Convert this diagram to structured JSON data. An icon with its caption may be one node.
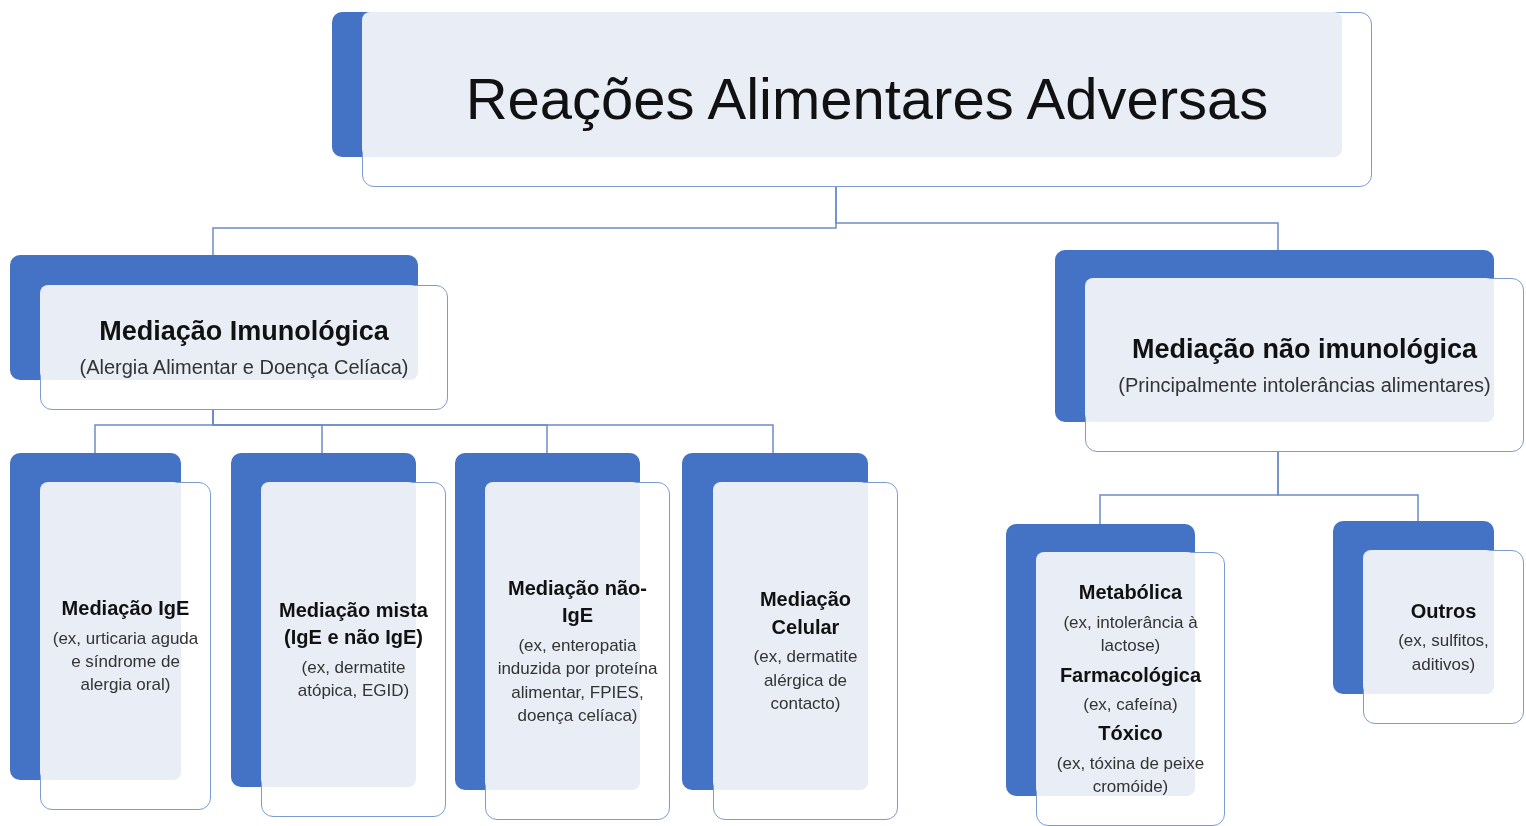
{
  "diagram": {
    "nodes": [
      {
        "text": [
          "Reações Alimentares Adversas"
        ]
      },
      {
        "text": [
          "Mediação Imunológica",
          "(Alergia Alimentar e Doença Celíaca)"
        ]
      },
      {
        "text": [
          "Mediação não imunológica",
          "(Principalmente intolerâncias alimentares)"
        ]
      },
      {
        "text": [
          "Mediação IgE",
          "(ex, urticaria aguda e síndrome de alergia oral)"
        ]
      },
      {
        "text": [
          "Mediação mista (IgE e não IgE)",
          "(ex, dermatite atópica, EGID)"
        ]
      },
      {
        "text": [
          "Mediação não-IgE",
          "(ex, enteropatia induzida por proteína alimentar, FPIES, doença celíaca)"
        ]
      },
      {
        "text": [
          "Mediação Celular",
          "(ex, dermatite alérgica de contacto)"
        ]
      },
      {
        "text": [
          "Metabólica",
          "(ex, intolerância à lactose)",
          "Farmacológica",
          "(ex, cafeína)",
          "Tóxico",
          "(ex, tóxina de peixe cromóide)"
        ]
      },
      {
        "text": [
          "Outros",
          "(ex, sulfitos, aditivos)"
        ]
      }
    ],
    "edges": [
      {
        "from": 0,
        "to": 1,
        "arrow": "none"
      },
      {
        "from": 0,
        "to": 2,
        "arrow": "none"
      },
      {
        "from": 1,
        "to": 3,
        "arrow": "none"
      },
      {
        "from": 1,
        "to": 4,
        "arrow": "none"
      },
      {
        "from": 1,
        "to": 5,
        "arrow": "none"
      },
      {
        "from": 1,
        "to": 6,
        "arrow": "none"
      },
      {
        "from": 2,
        "to": 7,
        "arrow": "none"
      },
      {
        "from": 2,
        "to": 8,
        "arrow": "none"
      }
    ]
  }
}
